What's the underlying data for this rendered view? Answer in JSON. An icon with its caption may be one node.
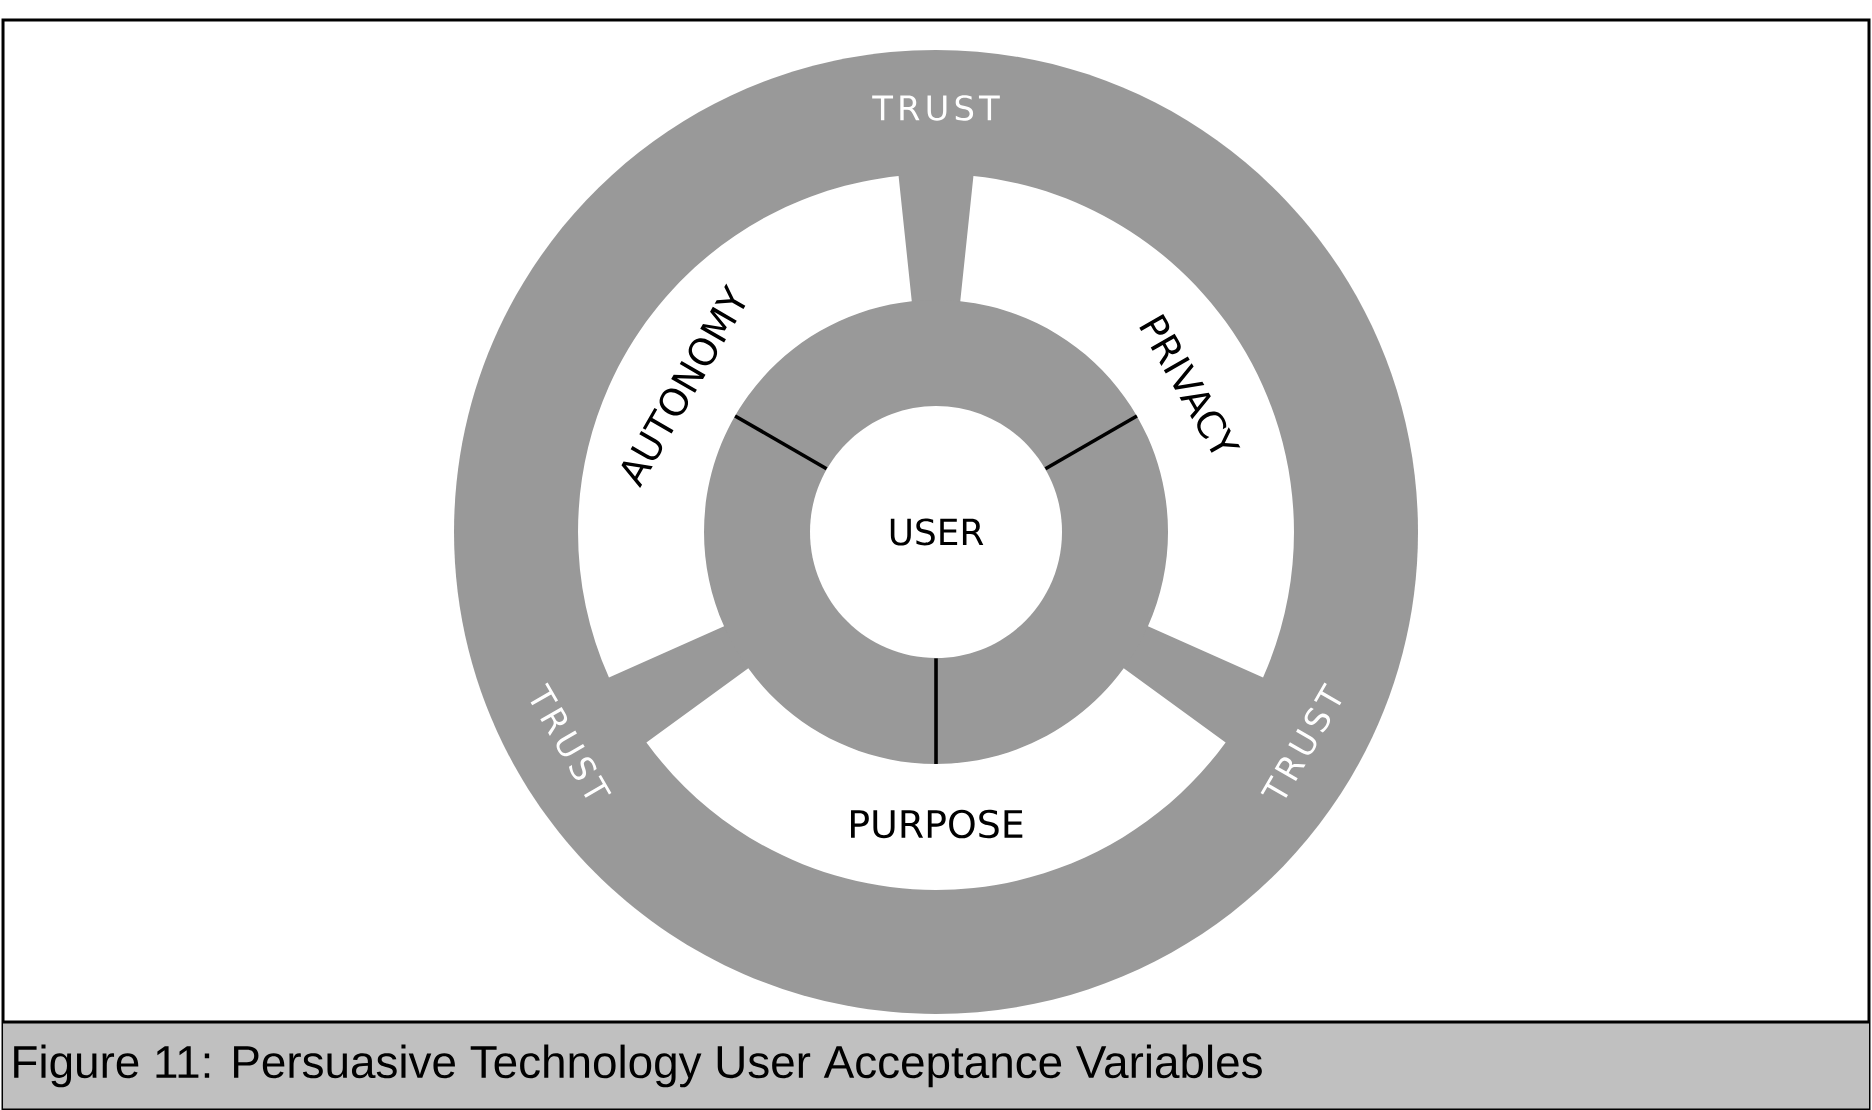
{
  "diagram": {
    "caption": "Figure 11: Persuasive Technology User Acceptance Variables",
    "nodes": [
      {
        "text": [
          "AUTONOMY"
        ]
      },
      {
        "text": [
          "PRIVACY"
        ]
      },
      {
        "text": [
          "PURPOSE"
        ]
      },
      {
        "text": [
          "USER"
        ]
      }
    ],
    "edges": [
      {
        "from": 3,
        "to": 0,
        "arrow": "none"
      },
      {
        "from": 3,
        "to": 1,
        "arrow": "none"
      },
      {
        "from": 3,
        "to": 2,
        "arrow": "none"
      }
    ],
    "labels": [
      "TRUST",
      "TRUST",
      "TRUST"
    ]
  }
}
